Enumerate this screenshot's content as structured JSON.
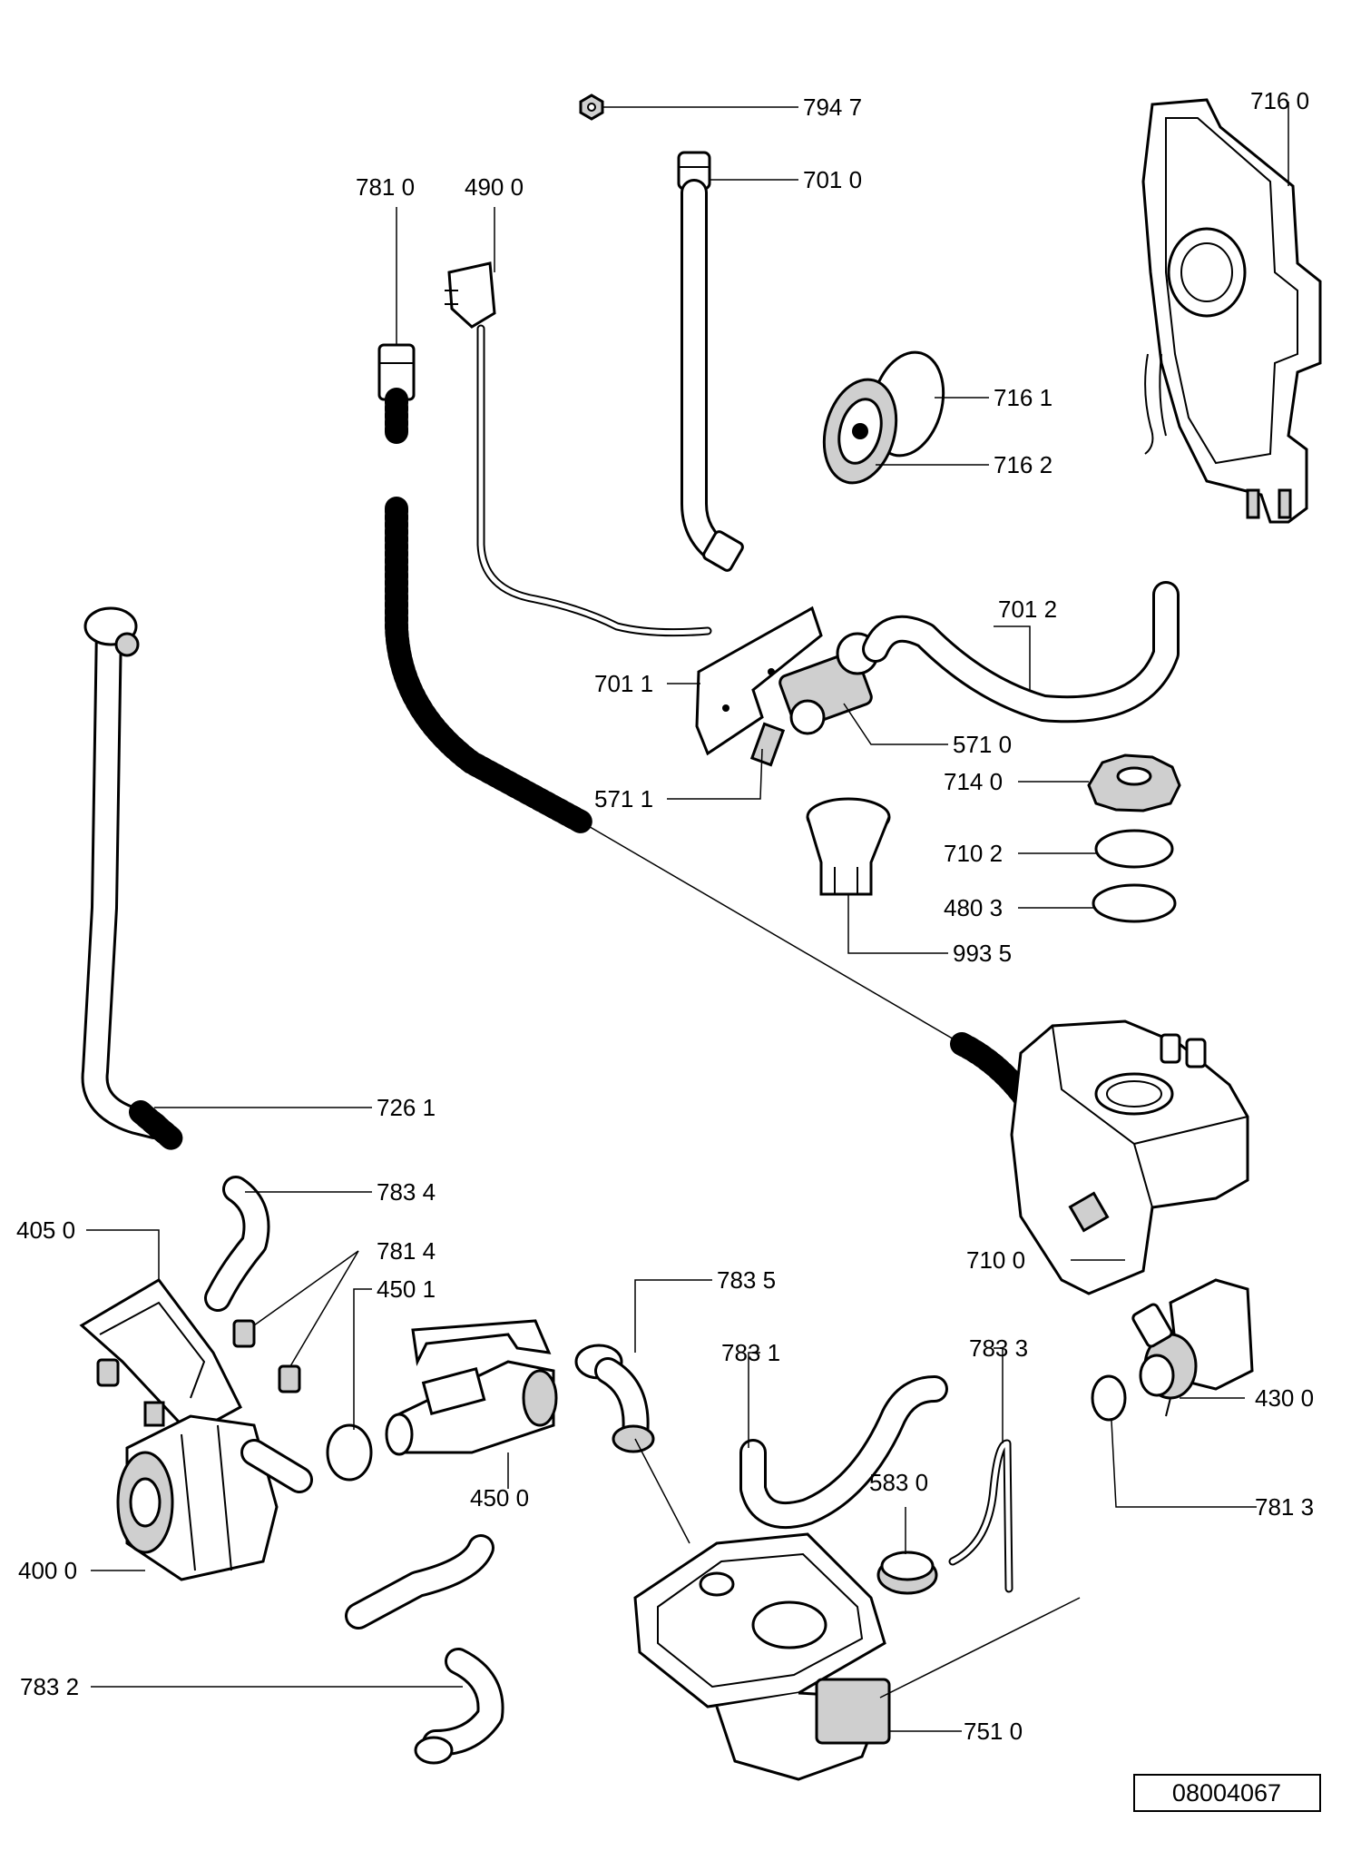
{
  "labels": {
    "p7947": "794 7",
    "p7810": "781 0",
    "p4900": "490 0",
    "p7010": "701 0",
    "p7160": "716 0",
    "p7161": "716 1",
    "p7162": "716 2",
    "p7012": "701 2",
    "p7011": "701 1",
    "p5710": "571 0",
    "p5711": "571 1",
    "p7140": "714 0",
    "p7102": "710 2",
    "p4803": "480 3",
    "p9935": "993 5",
    "p7261": "726 1",
    "p7834": "783 4",
    "p4050": "405 0",
    "p7814": "781 4",
    "p4501": "450 1",
    "p7835": "783 5",
    "p7831": "783 1",
    "p7833": "783 3",
    "p7100": "710 0",
    "p4300": "430 0",
    "p4500": "450 0",
    "p5830": "583 0",
    "p7813": "781 3",
    "p4000": "400 0",
    "p7832": "783 2",
    "p7510": "751 0"
  },
  "drawing_number": "08004067"
}
